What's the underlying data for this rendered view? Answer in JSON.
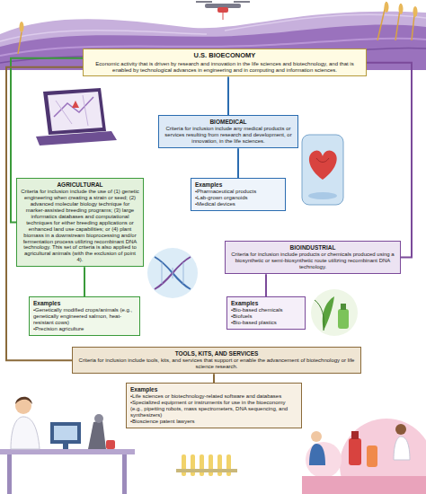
{
  "diagram": {
    "nodes": [
      {
        "text": [
          "U.S. BIOECONOMY",
          "Economic activity that is driven by research and innovation in the life sciences and biotechnology, and that is enabled by technological advances in engineering and in computing and information sciences."
        ]
      },
      {
        "text": [
          "BIOMEDICAL",
          "Criteria for inclusion include any medical products or services resulting from research and development, or innovation, in the life sciences."
        ]
      },
      {
        "text": [
          "Examples",
          "•Pharmaceutical products",
          "•Lab-grown organoids",
          "•Medical devices"
        ]
      },
      {
        "text": [
          "AGRICULTURAL",
          "Criteria for inclusion include the use of (1) genetic engineering when creating a strain or seed; (2) advanced molecular biology technique for marker-assisted breeding programs; (3) large informatics databases and computational techniques for either breeding applications or enhanced land use capabilities; or (4) plant biomass in a downstream bioprocessing and/or fermentation process utilizing recombinant DNA technology. This set of criteria is also applied to agricultural animals (with the exclusion of point 4)."
        ]
      },
      {
        "text": [
          "Examples",
          "•Genetically modified crops/animals (e.g., genetically engineered salmon, heat-resistant cows)",
          "•Precision agriculture"
        ]
      },
      {
        "text": [
          "BIOINDUSTRIAL",
          "Criteria for inclusion include products or chemicals produced using a biosynthetic or semi-biosynthetic route utilizing recombinant DNA technology."
        ]
      },
      {
        "text": [
          "Examples",
          "•Bio-based chemicals",
          "•Biofuels",
          "•Bio-based plastics"
        ]
      },
      {
        "text": [
          "TOOLS, KITS, AND SERVICES",
          "Criteria for inclusion include tools, kits, and services that support or enable the advancement of biotechnology or life science research."
        ]
      },
      {
        "text": [
          "Examples",
          "•Life sciences or biotechnology-related software and databases",
          "•Specialized equipment or instruments for use in the bioeconomy (e.g., pipetting robots, mass spectrometers, DNA sequencing, and synthesizers)",
          "•Bioscience patent lawyers"
        ]
      }
    ],
    "edges": [
      {
        "from": 0,
        "to": 1,
        "arrow": "none"
      },
      {
        "from": 0,
        "to": 3,
        "arrow": "none"
      },
      {
        "from": 0,
        "to": 5,
        "arrow": "none"
      },
      {
        "from": 0,
        "to": 7,
        "arrow": "none"
      },
      {
        "from": 1,
        "to": 2,
        "arrow": "none"
      },
      {
        "from": 3,
        "to": 4,
        "arrow": "none"
      },
      {
        "from": 5,
        "to": 6,
        "arrow": "none"
      },
      {
        "from": 7,
        "to": 8,
        "arrow": "none"
      }
    ]
  }
}
